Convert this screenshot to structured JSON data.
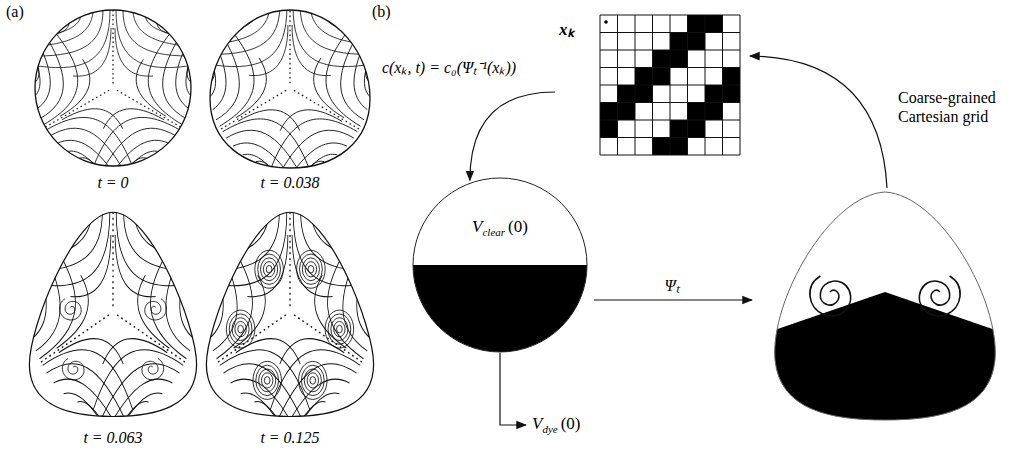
{
  "diagram": {
    "nodes": [
      {
        "text": [
          "V",
          "clear",
          "(0)"
        ]
      },
      {
        "text": [
          "xₖ"
        ]
      }
    ],
    "edges": [
      {
        "from": 1,
        "to": 0,
        "arrow": "to",
        "label": "c(xₖ, t) = c₀(Ψₜ⁻¹(xₖ))"
      }
    ],
    "labels": [
      "(a)",
      "t = 0",
      "t = 0.038",
      "t = 0.063",
      "t = 0.125",
      "(b)",
      "Ψₜ",
      "V",
      "dye",
      "(0)",
      "Coarse-grained Cartesian grid"
    ]
  }
}
